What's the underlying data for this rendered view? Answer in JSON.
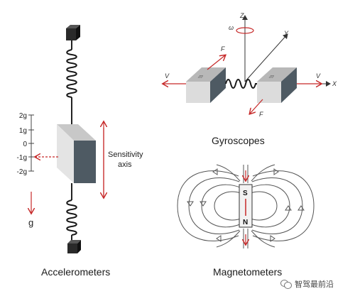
{
  "accelerometer": {
    "caption": "Accelerometers",
    "scale_ticks": [
      "2g",
      "1g",
      "0",
      "-1g",
      "-2g"
    ],
    "gravity_label": "g",
    "axis_label_line1": "Sensitivity",
    "axis_label_line2": "axis"
  },
  "gyroscope": {
    "caption": "Gyroscopes",
    "axis_z": "Z",
    "axis_y": "Y",
    "axis_x": "X",
    "omega": "ω",
    "force_left": "F",
    "force_right": "F",
    "velocity_left": "V",
    "velocity_right": "V",
    "mass_left": "m",
    "mass_right": "m"
  },
  "magnetometer": {
    "caption": "Magnetometers",
    "pole_s": "S",
    "pole_n": "N"
  },
  "watermark": {
    "text": "智驾最前沿"
  },
  "colors": {
    "red_arrow": "#c62828",
    "mass_dark": "#4e5a63",
    "mass_light": "#dcdcdc"
  }
}
